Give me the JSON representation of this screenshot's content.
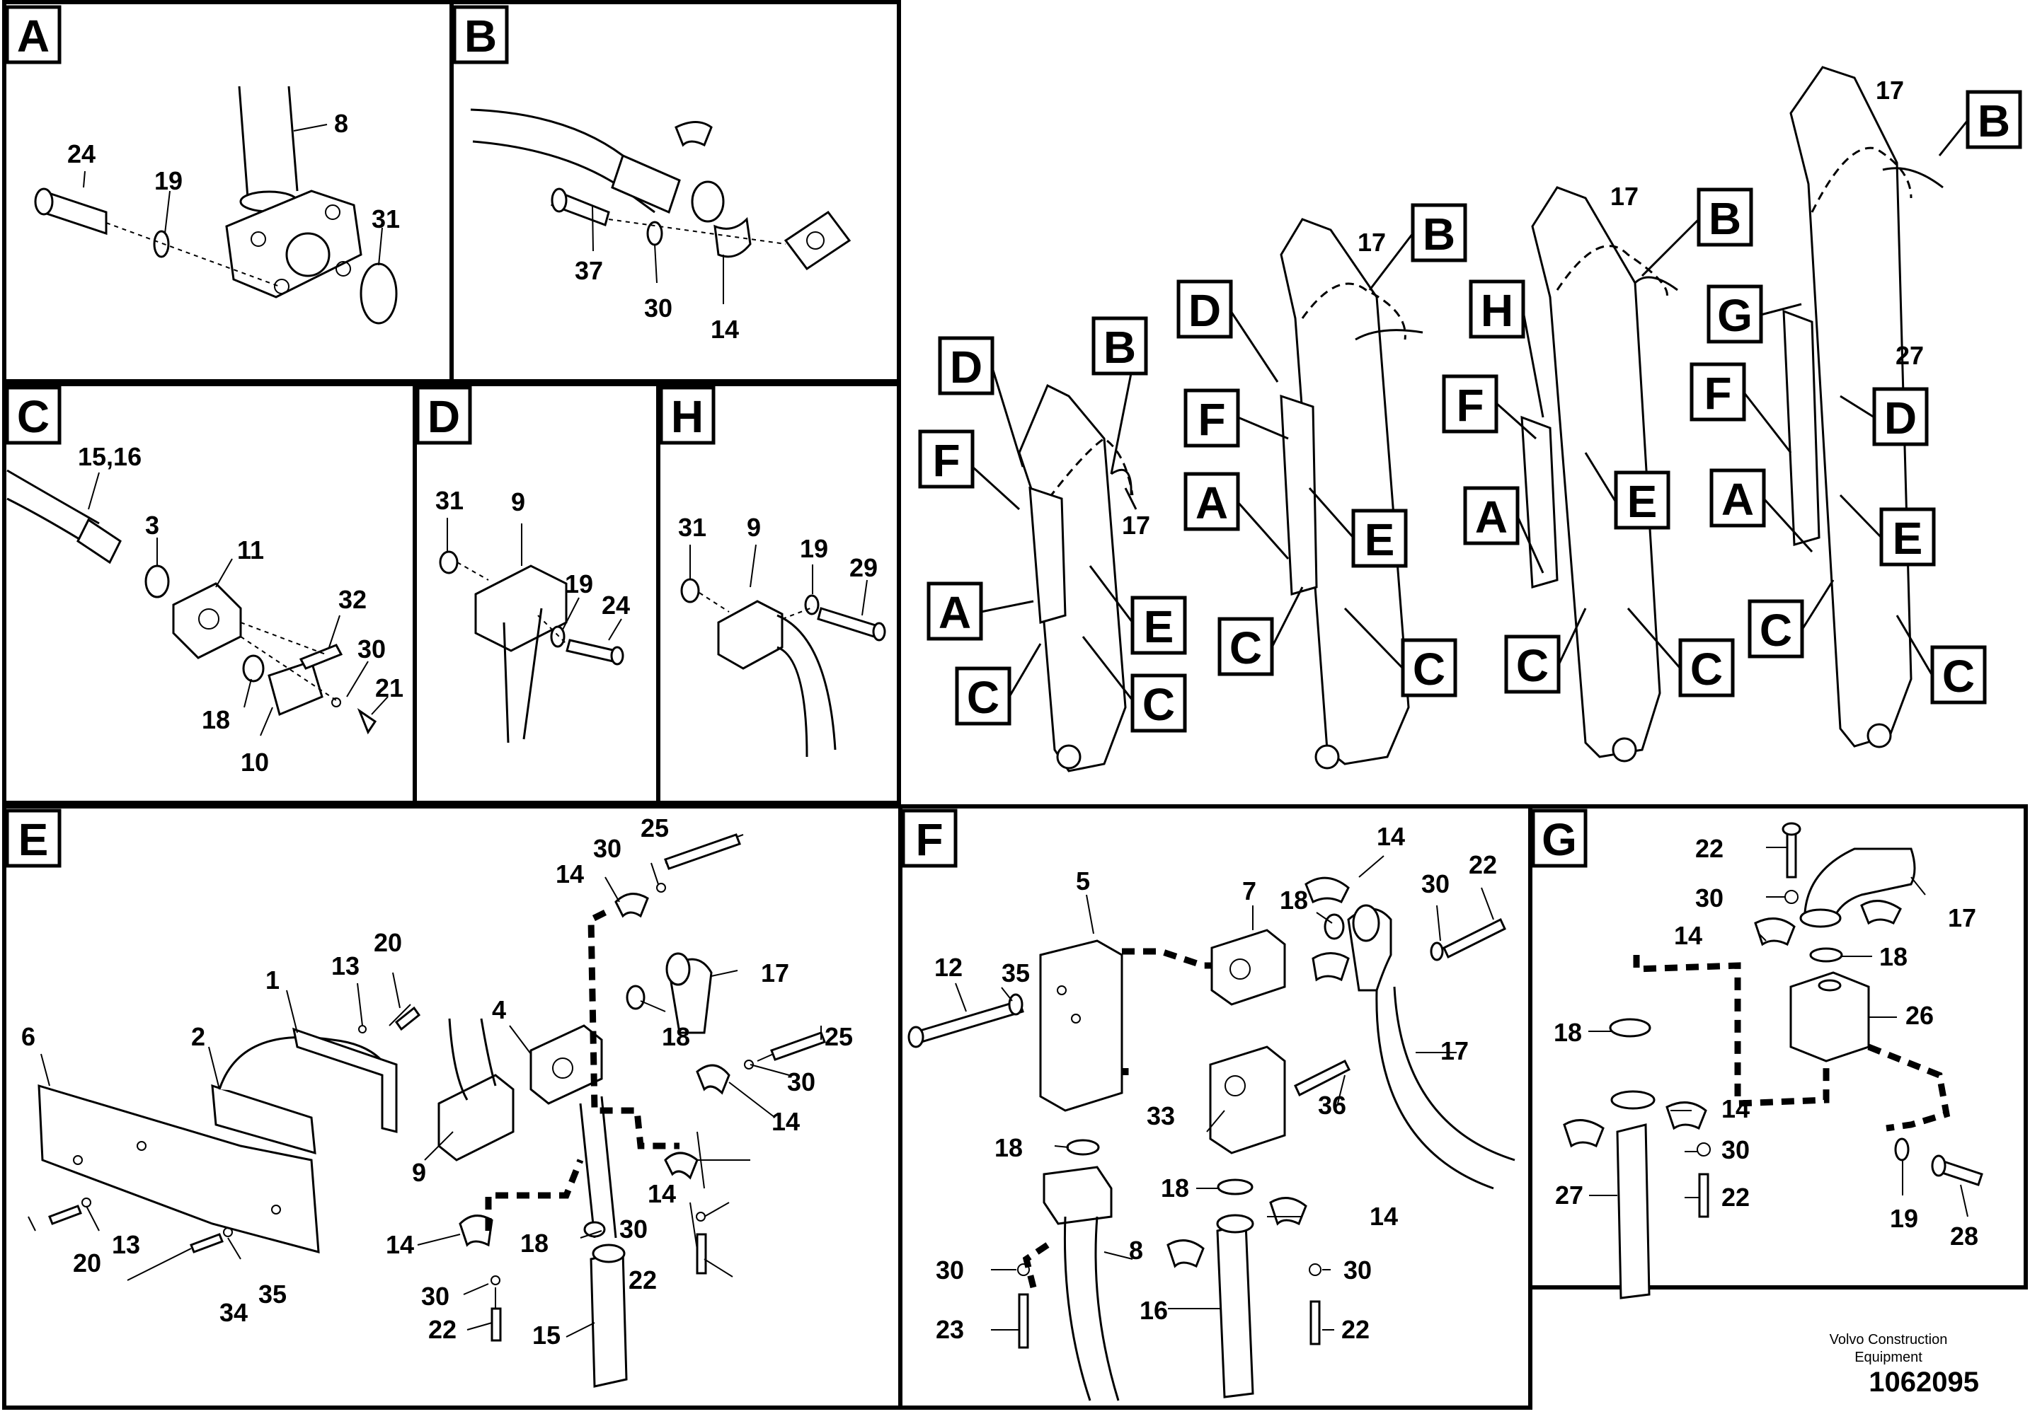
{
  "panels": [
    {
      "id": "A",
      "parts": [
        "8",
        "24",
        "19",
        "31"
      ]
    },
    {
      "id": "B",
      "parts": [
        "37",
        "30",
        "14"
      ]
    },
    {
      "id": "C",
      "parts": [
        "15,16",
        "3",
        "11",
        "32",
        "30",
        "21",
        "18",
        "10"
      ]
    },
    {
      "id": "D",
      "parts": [
        "31",
        "9",
        "19",
        "24"
      ]
    },
    {
      "id": "H",
      "parts": [
        "31",
        "9",
        "19",
        "29"
      ]
    },
    {
      "id": "E",
      "parts": [
        "6",
        "2",
        "1",
        "13",
        "20",
        "13",
        "20",
        "35",
        "34",
        "9",
        "4",
        "14",
        "30",
        "25",
        "17",
        "18",
        "25",
        "30",
        "14",
        "14",
        "30",
        "18",
        "22",
        "14",
        "30",
        "22",
        "15"
      ]
    },
    {
      "id": "F",
      "parts": [
        "5",
        "35",
        "12",
        "7",
        "14",
        "18",
        "30",
        "22",
        "17",
        "36",
        "33",
        "18",
        "18",
        "8",
        "30",
        "23",
        "14",
        "30",
        "16",
        "22"
      ]
    },
    {
      "id": "G",
      "parts": [
        "22",
        "30",
        "14",
        "17",
        "18",
        "26",
        "18",
        "14",
        "30",
        "22",
        "27",
        "19",
        "28"
      ]
    }
  ],
  "overview": {
    "callouts": [
      "A",
      "B",
      "C",
      "D",
      "E",
      "F",
      "G",
      "H"
    ],
    "part_labels": [
      "17",
      "27"
    ]
  },
  "footer": {
    "brand": "Volvo Construction Equipment",
    "drawing_number": "1062095"
  }
}
